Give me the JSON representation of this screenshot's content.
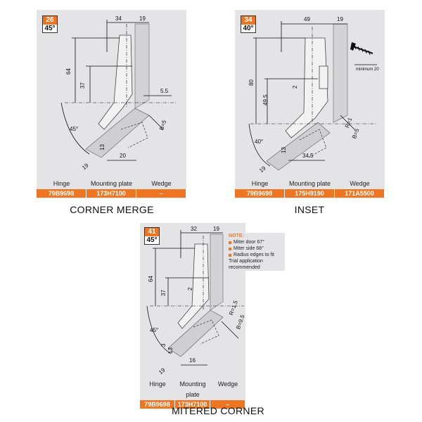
{
  "panels": [
    {
      "id": "corner-merge",
      "badge_number": "26",
      "badge_angle": "45°",
      "dims": {
        "top_width": "34",
        "right_top": "19",
        "height_outer": "64",
        "height_inner": "37",
        "gap": "5.5",
        "b": "B=5",
        "angle": "45°",
        "small_13": "13",
        "bottom": "20",
        "diag": "19"
      },
      "table": {
        "headers": [
          "Hinge",
          "Mounting plate",
          "Wedge"
        ],
        "values": [
          "79B9698",
          "173H7100",
          "–"
        ]
      },
      "caption": "CORNER MERGE"
    },
    {
      "id": "inset",
      "badge_number": "34",
      "badge_angle": "40°",
      "dims": {
        "top_width": "49",
        "right_top": "19",
        "height_outer": "80",
        "height_inner": "49.5",
        "two": "2",
        "r": "R=1",
        "b": "B=5",
        "angle": "40°",
        "small_13": "13",
        "bottom": "34.5",
        "diag": "19",
        "screw_label": "minimum 20"
      },
      "table": {
        "headers": [
          "Hinge",
          "Mounting plate",
          "Wedge"
        ],
        "values": [
          "79B9698",
          "175H9190",
          "171A5500"
        ]
      },
      "caption": "INSET"
    },
    {
      "id": "mitered-corner",
      "badge_number": "41",
      "badge_angle": "45°",
      "dims": {
        "top_width": "32",
        "right_top": "19",
        "height_outer": "64",
        "height_inner": "37",
        "two": "2",
        "r": "R=1.5",
        "b": "B=9.5",
        "angle": "45°",
        "small_3": "3",
        "small_13": "13",
        "bottom": "16",
        "diag": "19"
      },
      "note": {
        "title": "NOTE:",
        "items": [
          "Miter door 67°",
          "Miter side 68°",
          "Radius edges to fit"
        ],
        "tail": "Trial application recommended"
      },
      "table": {
        "headers": [
          "Hinge",
          "Mounting plate",
          "Wedge"
        ],
        "values": [
          "79B9698",
          "173H7100",
          "–"
        ]
      },
      "caption": "MITERED CORNER"
    }
  ],
  "colors": {
    "accent": "#ee7623",
    "panel_bg": "#e4e4e6"
  }
}
